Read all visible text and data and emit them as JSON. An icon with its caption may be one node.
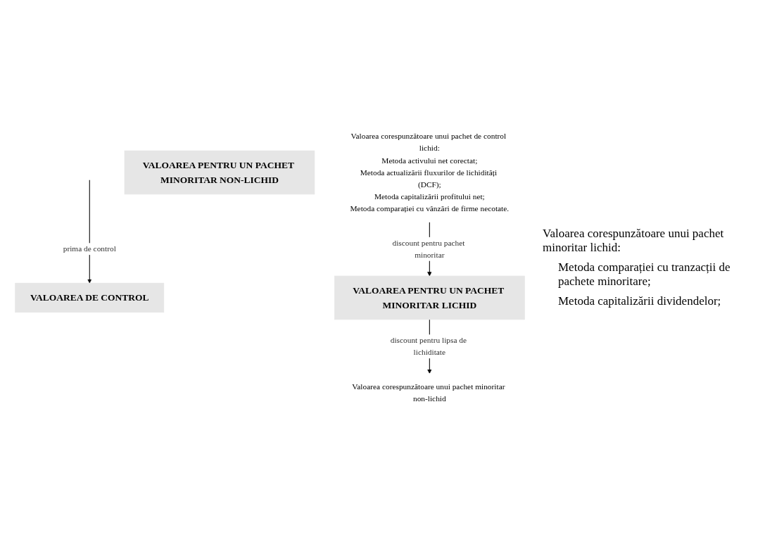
{
  "diagram": {
    "nodes": [
      {
        "text": [
          "VALOAREA DE CONTROL"
        ]
      },
      {
        "text": [
          "Valoarea corespunzătoare unui pachet de control lichid:",
          "Metoda activului net corectat;",
          "Metoda actualizării fluxurilor de lichidități (DCF);",
          "Metoda capitalizării profitului net;",
          "Metoda comparației cu vânzări de firme necotate."
        ]
      },
      {
        "text": [
          "VALOAREA PENTRU UN PACHET MINORITAR LICHID"
        ]
      },
      {
        "text": [
          "VALOAREA PENTRU UN PACHET MINORITAR NON-LICHID"
        ]
      },
      {
        "text": [
          "Valoarea corespunzătoare unui pachet minoritar non-lichid"
        ]
      }
    ],
    "edges": [
      {
        "from": null,
        "to": 0,
        "arrow": "to",
        "label": "prima de control"
      },
      {
        "from": 1,
        "to": 2,
        "arrow": "to",
        "label": "discount pentru pachet minoritar"
      },
      {
        "from": 2,
        "to": 4,
        "arrow": "to",
        "label": "discount pentru lipsa de lichiditate"
      }
    ],
    "labels": [
      "Valoarea corespunzătoare unui pachet minoritar lichid:",
      "Metoda comparației cu tranzacții de pachete minoritare;",
      "Metoda capitalizării dividendelor;"
    ]
  }
}
